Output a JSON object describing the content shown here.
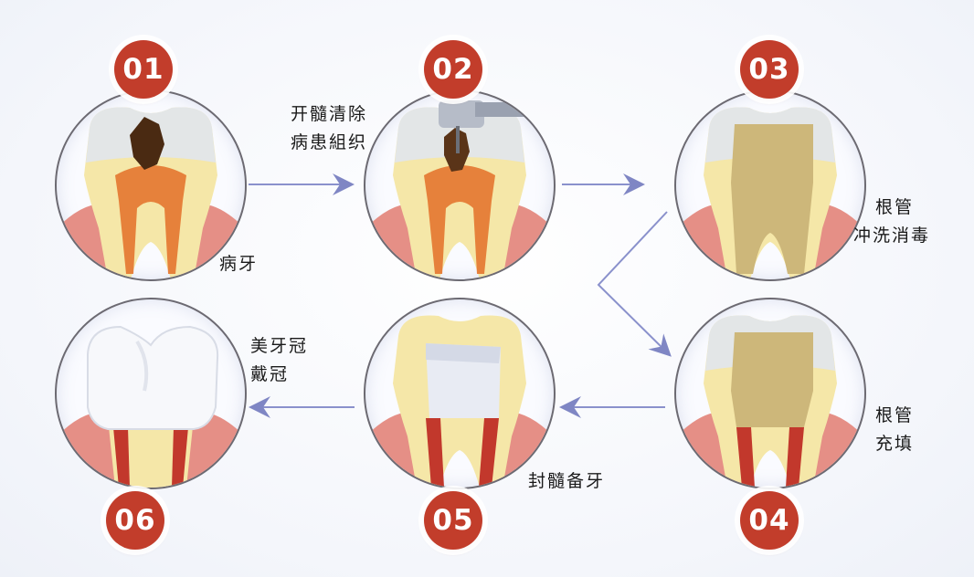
{
  "steps": [
    {
      "number": "01",
      "label_lines": [
        "病牙"
      ]
    },
    {
      "number": "02",
      "label_lines": [
        "开髓清除",
        "病患組织"
      ]
    },
    {
      "number": "03",
      "label_lines": [
        "根管",
        "冲洗消毒"
      ]
    },
    {
      "number": "04",
      "label_lines": [
        "根管",
        "充填"
      ]
    },
    {
      "number": "05",
      "label_lines": [
        "封髓备牙"
      ]
    },
    {
      "number": "06",
      "label_lines": [
        "美牙冠",
        "戴冠"
      ]
    }
  ],
  "colors": {
    "badge": "#c23d2b",
    "arrow": "#7f86c4",
    "gum": "#e58f86",
    "tooth": "#f5e7a8",
    "enamel": "#dfe5f2",
    "pulp": "#e4762f",
    "filling": "#cdb77a",
    "root_canal_fill": "#c2382c"
  }
}
